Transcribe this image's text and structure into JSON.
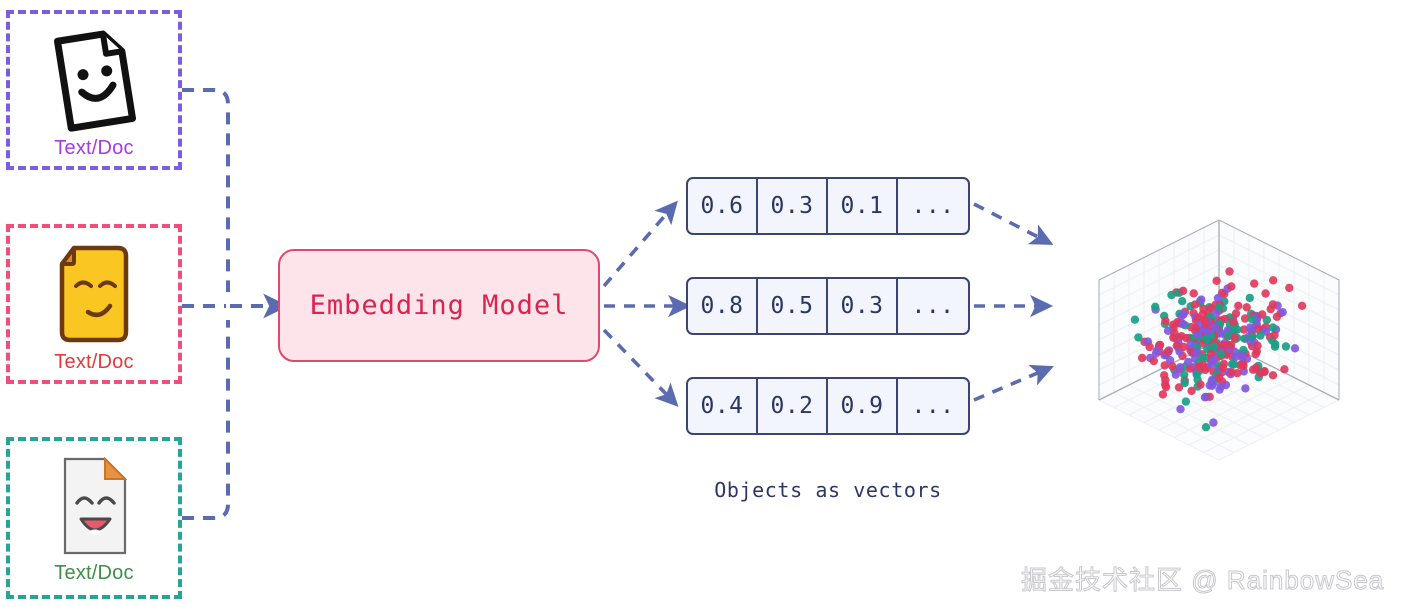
{
  "diagram": {
    "title": "Objects as vectors embedding pipeline",
    "accent_colors": {
      "purple_border": "#7c5ce0",
      "pink_border": "#ef4d7a",
      "teal_border": "#23a598",
      "model_border": "#e0496f",
      "model_fill": "#fde4ea",
      "model_text": "#d9244f",
      "vector_border": "#3b4473",
      "vector_fill": "#f2f5fb",
      "vector_text": "#2c3566",
      "arrow": "#5b6bb0",
      "dot_red": "#e0395e",
      "dot_teal": "#1aa085",
      "dot_purple": "#8159e0"
    }
  },
  "sources": [
    {
      "label": "Text/Doc",
      "icon": "smiley-document-icon",
      "border_color": "#7c5ce0",
      "label_color": "#a13ee0",
      "variant": "outline-smile"
    },
    {
      "label": "Text/Doc",
      "icon": "yellow-document-icon",
      "border_color": "#ef4d7a",
      "label_color": "#e03b3b",
      "variant": "yellow-smirk"
    },
    {
      "label": "Text/Doc",
      "icon": "white-document-icon",
      "border_color": "#23a598",
      "label_color": "#3f8f4a",
      "variant": "white-laugh"
    }
  ],
  "model": {
    "label": "Embedding Model"
  },
  "vectors": {
    "caption": "Objects as vectors",
    "rows": [
      {
        "cells": [
          "0.6",
          "0.3",
          "0.1",
          "..."
        ]
      },
      {
        "cells": [
          "0.8",
          "0.5",
          "0.3",
          "..."
        ]
      },
      {
        "cells": [
          "0.4",
          "0.2",
          "0.9",
          "..."
        ]
      }
    ]
  },
  "scatter": {
    "name": "vector-space-3d-scatter",
    "type": "scatter",
    "dimensions": 3,
    "grid": true,
    "axis_labels": [],
    "tick_labels": [],
    "series": [
      {
        "name": "cluster-red",
        "color": "#e0395e",
        "count": 170
      },
      {
        "name": "cluster-teal",
        "color": "#1aa085",
        "count": 95
      },
      {
        "name": "cluster-purple",
        "color": "#8159e0",
        "count": 95
      }
    ]
  },
  "watermark": {
    "text": "掘金技术社区 @ RainbowSea"
  }
}
